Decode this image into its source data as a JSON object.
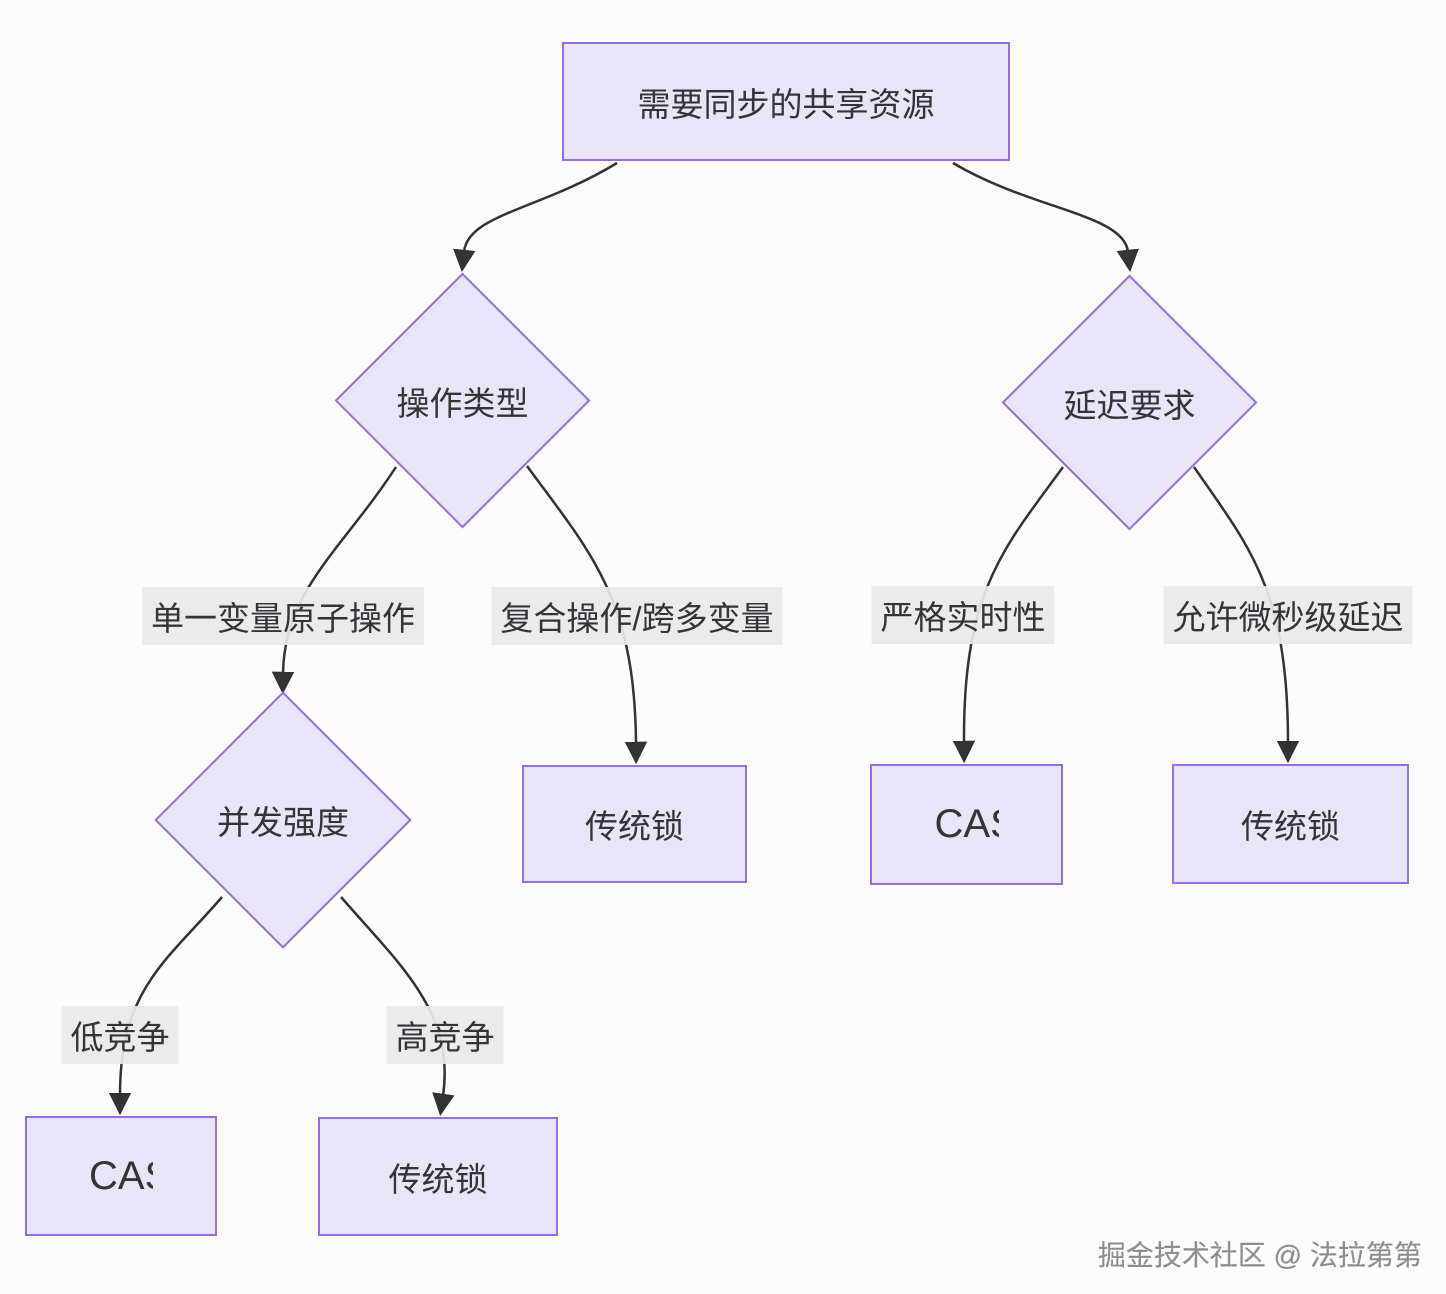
{
  "diagram": {
    "type": "flowchart-decision-tree",
    "nodes": {
      "root": "需要同步的共享资源",
      "op_type": "操作类型",
      "delay_req": "延迟要求",
      "concurrency": "并发强度",
      "lock_composite": "传统锁",
      "cas_strict": "CAS",
      "lock_delay_ok": "传统锁",
      "cas_low": "CAS",
      "lock_high": "传统锁"
    },
    "edges": [
      {
        "from": "需要同步的共享资源",
        "to": "操作类型",
        "label": ""
      },
      {
        "from": "需要同步的共享资源",
        "to": "延迟要求",
        "label": ""
      },
      {
        "from": "操作类型",
        "to": "并发强度",
        "label": "单一变量原子操作"
      },
      {
        "from": "操作类型",
        "to": "传统锁",
        "label": "复合操作/跨多变量"
      },
      {
        "from": "延迟要求",
        "to": "CAS",
        "label": "严格实时性"
      },
      {
        "from": "延迟要求",
        "to": "传统锁",
        "label": "允许微秒级延迟"
      },
      {
        "from": "并发强度",
        "to": "CAS",
        "label": "低竞争"
      },
      {
        "from": "并发强度",
        "to": "传统锁",
        "label": "高竞争"
      }
    ],
    "colors": {
      "node_fill": "#E9E5F8",
      "node_border": "#9370DB",
      "edge_stroke": "#333333",
      "edge_label_bg": "#E9E9E9",
      "text": "#333338",
      "background": "#FCFCFC"
    }
  },
  "watermark": {
    "text": "掘金技术社区 @ 法拉第第"
  }
}
